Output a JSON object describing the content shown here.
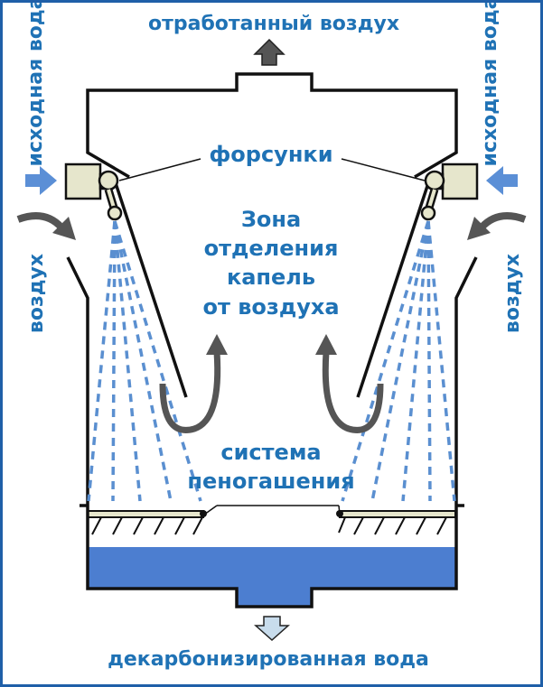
{
  "labels": {
    "top": "отработанный воздух",
    "bottom": "декарбонизированная вода",
    "source_water_left": "исходная вода",
    "source_water_right": "исходная вода",
    "air_left": "воздух",
    "air_right": "воздух",
    "nozzles": "форсунки",
    "zone_line1": "Зона",
    "zone_line2": "отделения",
    "zone_line3": "капель",
    "zone_line4": "от воздуха",
    "foam_line1": "система",
    "foam_line2": "пеногашения"
  },
  "colors": {
    "label": "#1f72b5",
    "water": "#4c7ed0",
    "spray": "#5a8fd0",
    "inlet_arrow": "#5b8fd6",
    "air_arrow": "#555555",
    "outlet_arrow": "#555555",
    "drain_arrow": "#c8dcec",
    "border": "#1f5fa8"
  }
}
